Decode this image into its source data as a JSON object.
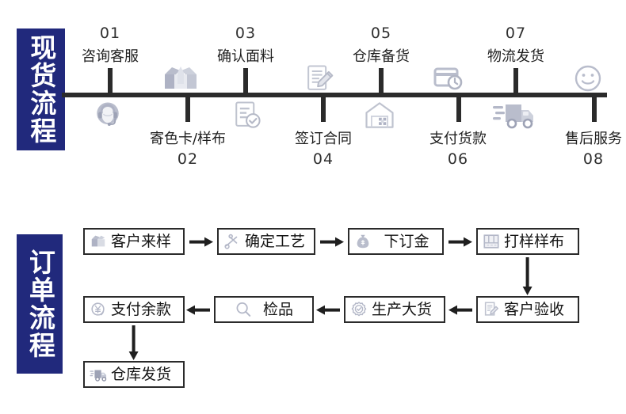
{
  "stock_section": {
    "banner_label": "现货流程",
    "banner_color": "#21297c",
    "steps": [
      {
        "number": "01",
        "label": "咨询客服",
        "icon": "headset-support-icon",
        "side": "up"
      },
      {
        "number": "02",
        "label": "寄色卡/样布",
        "icon": "open-box-icon",
        "side": "down"
      },
      {
        "number": "03",
        "label": "确认面料",
        "icon": "document-check-icon",
        "side": "up"
      },
      {
        "number": "04",
        "label": "签订合同",
        "icon": "contract-pen-icon",
        "side": "down"
      },
      {
        "number": "05",
        "label": "仓库备货",
        "icon": "warehouse-icon",
        "side": "up"
      },
      {
        "number": "06",
        "label": "支付货款",
        "icon": "payment-card-icon",
        "side": "down"
      },
      {
        "number": "07",
        "label": "物流发货",
        "icon": "delivery-truck-icon",
        "side": "up"
      },
      {
        "number": "08",
        "label": "售后服务",
        "icon": "smiley-face-icon",
        "side": "down"
      }
    ]
  },
  "order_section": {
    "banner_label": "订单流程",
    "banner_color": "#21297c",
    "nodes": [
      {
        "id": "n1",
        "label": "客户来样",
        "icon": "sample-box-icon"
      },
      {
        "id": "n2",
        "label": "确定工艺",
        "icon": "scissors-icon"
      },
      {
        "id": "n3",
        "label": "下订金",
        "icon": "money-bag-icon"
      },
      {
        "id": "n4",
        "label": "打样样布",
        "icon": "fabric-swatch-icon"
      },
      {
        "id": "n5",
        "label": "客户验收",
        "icon": "inspect-document-icon"
      },
      {
        "id": "n6",
        "label": "生产大货",
        "icon": "gear-check-icon"
      },
      {
        "id": "n7",
        "label": "检品",
        "icon": "magnifier-icon"
      },
      {
        "id": "n8",
        "label": "支付余款",
        "icon": "yuan-refresh-icon"
      },
      {
        "id": "n9",
        "label": "仓库发货",
        "icon": "ship-truck-icon"
      }
    ],
    "arrows": [
      {
        "from": "n1",
        "to": "n2",
        "direction": "right"
      },
      {
        "from": "n2",
        "to": "n3",
        "direction": "right"
      },
      {
        "from": "n3",
        "to": "n4",
        "direction": "right"
      },
      {
        "from": "n4",
        "to": "n5",
        "direction": "down"
      },
      {
        "from": "n5",
        "to": "n6",
        "direction": "left"
      },
      {
        "from": "n6",
        "to": "n7",
        "direction": "left"
      },
      {
        "from": "n7",
        "to": "n8",
        "direction": "left"
      },
      {
        "from": "n8",
        "to": "n9",
        "direction": "down"
      }
    ]
  },
  "colors": {
    "banner": "#21297c",
    "axis": "#2b2b2b",
    "icon_gray": "#aeb2c4",
    "icon_light": "#c9cdd8",
    "text": "#1f1f1f"
  }
}
